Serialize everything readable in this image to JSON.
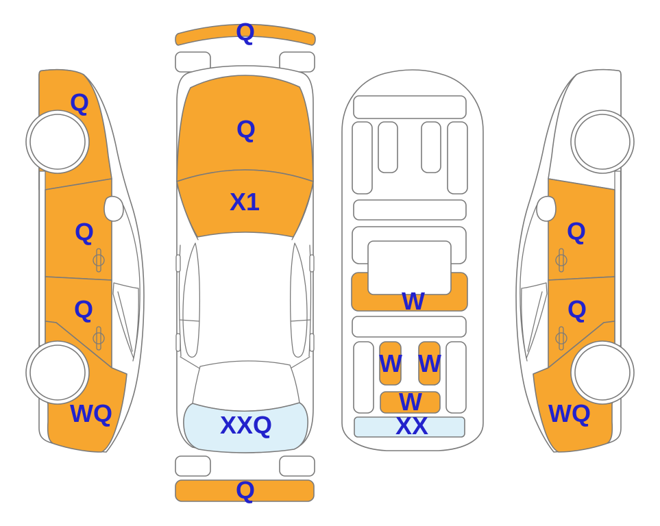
{
  "colors": {
    "damage_orange": "#F7A62F",
    "repair_blue": "#DCF0F9",
    "label_blue": "#2222CC",
    "outline_gray": "#7A7A7A"
  },
  "views": {
    "left_side": {
      "markers": {
        "front_fender": "Q",
        "front_door": "Q",
        "rear_door": "Q",
        "rear_quarter": "WQ"
      }
    },
    "top": {
      "markers": {
        "front_bumper": "Q",
        "hood": "Q",
        "windshield": "X1",
        "trunk": "XXQ",
        "rear_bumper": "Q"
      }
    },
    "interior": {
      "markers": {
        "rear_deck": "W",
        "rear_seat_left": "W",
        "rear_seat_right": "W",
        "rear_tray": "W",
        "rear_sill": "XX"
      }
    },
    "right_side": {
      "markers": {
        "front_door": "Q",
        "rear_door": "Q",
        "rear_quarter": "WQ"
      }
    }
  }
}
